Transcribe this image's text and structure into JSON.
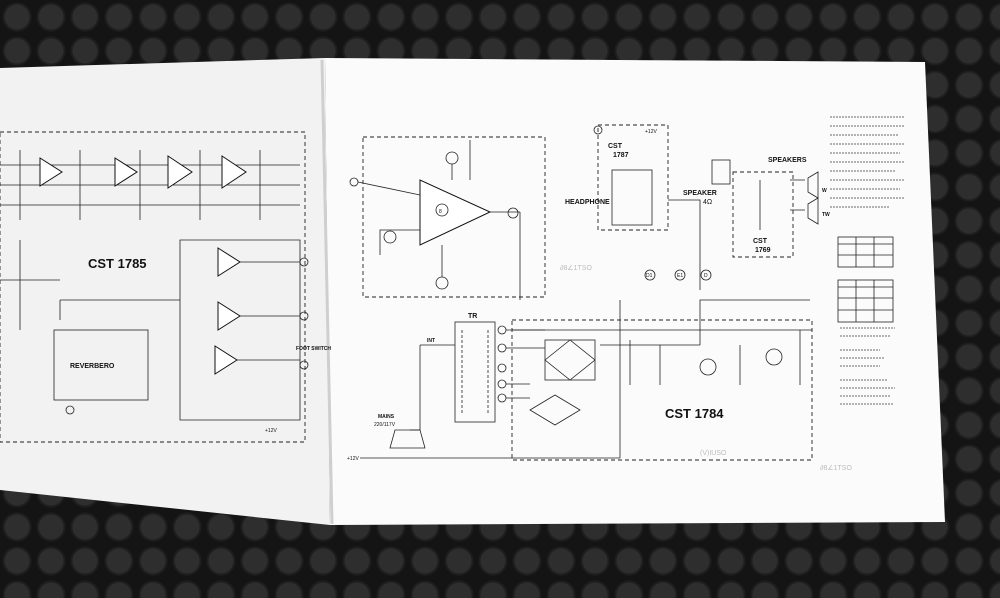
{
  "left_page": {
    "board": "CST 1785",
    "reverbero": "REVERBERO",
    "foot_switch": "FOOT SWITCH",
    "supply": "+12V"
  },
  "right_page": {
    "power_board": "CST 1784",
    "transformer": "TR",
    "int_switch": "INT",
    "mains": "MAINS",
    "mains_voltage": "220/117V",
    "supply": "+12V",
    "plus12v": "+12V",
    "headphone_board_a": "CST",
    "headphone_board_b": "1787",
    "headphone": "HEADPHONE",
    "speaker": "SPEAKER",
    "speaker_impedance": "4Ω",
    "speaker_board_a": "CST",
    "speaker_board_b": "1769",
    "speakers": "SPEAKERS",
    "woofer": "W",
    "tweeter": "TW"
  }
}
